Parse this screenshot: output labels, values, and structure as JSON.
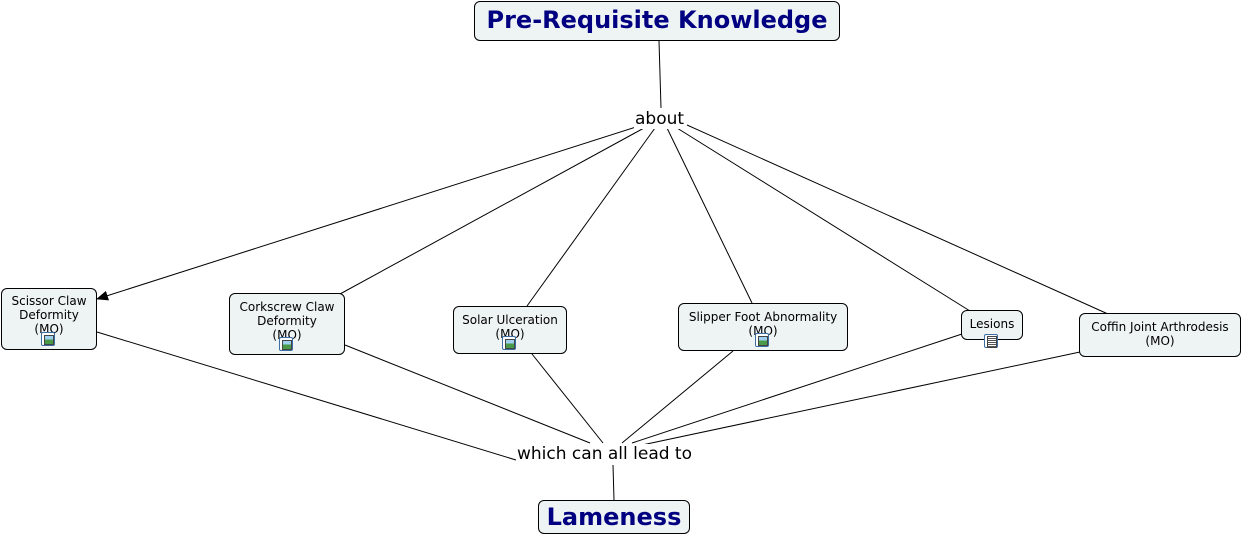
{
  "diagram": {
    "root": {
      "label": "Pre-Requisite Knowledge"
    },
    "link_about": "about",
    "link_lead": "which can all lead to",
    "target": {
      "label": "Lameness"
    },
    "nodes": [
      {
        "label": "Scissor Claw\nDeformity\n(MO)",
        "resource_icon": "image-resource-icon"
      },
      {
        "label": "Corkscrew Claw\nDeformity\n(MO)",
        "resource_icon": "image-resource-icon"
      },
      {
        "label": "Solar Ulceration\n(MO)",
        "resource_icon": "image-resource-icon"
      },
      {
        "label": "Slipper Foot Abnormality\n(MO)",
        "resource_icon": "image-resource-icon"
      },
      {
        "label": "Lesions",
        "resource_icon": "document-resource-icon"
      },
      {
        "label": "Coffin Joint Arthrodesis\n(MO)",
        "resource_icon": ""
      }
    ]
  }
}
